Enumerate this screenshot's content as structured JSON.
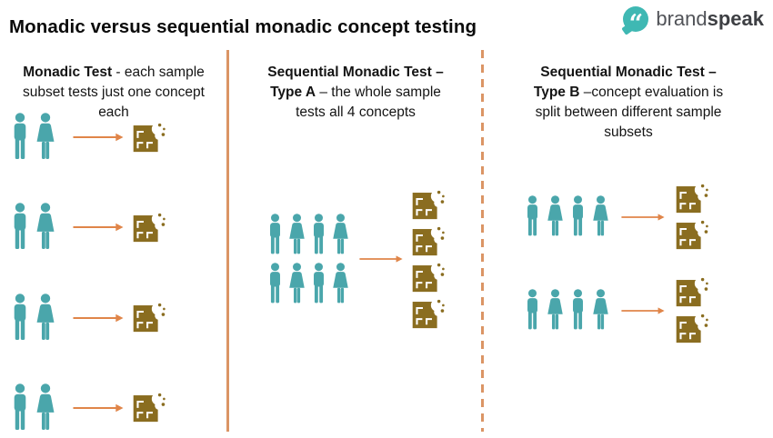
{
  "title": "Monadic versus sequential monadic concept testing",
  "logo": {
    "quote_glyph": "“",
    "brand": "brand",
    "speak": "speak"
  },
  "colors": {
    "people": "#4AA6AB",
    "arrow": "#E08549",
    "concept": "#8A6D20",
    "divider": "#DB9565",
    "logo_teal": "#3FB8B3",
    "logo_text": "#515358"
  },
  "icons": {
    "person_man": "man-pictogram-silhouette",
    "person_woman": "woman-pictogram-silhouette",
    "concept": "chocolate-bar-with-bite-and-crumbs",
    "arrow": "right-arrow",
    "logo_mark": "teal-speech-bubble-with-quotes"
  },
  "columns": [
    {
      "name": "monadic-test",
      "heading": {
        "bold": "Monadic Test",
        "regular": " - each sample subset tests just one concept each"
      },
      "groups": [
        {
          "people": [
            "man",
            "woman"
          ],
          "concepts": 1
        },
        {
          "people": [
            "man",
            "woman"
          ],
          "concepts": 1
        },
        {
          "people": [
            "man",
            "woman"
          ],
          "concepts": 1
        },
        {
          "people": [
            "man",
            "woman"
          ],
          "concepts": 1
        }
      ]
    },
    {
      "name": "sequential-monadic-type-a",
      "heading": {
        "bold": "Sequential Monadic Test – Type A",
        "regular": " – the whole sample tests all 4 concepts"
      },
      "groups": [
        {
          "people": [
            "man",
            "woman",
            "man",
            "woman",
            "man",
            "woman",
            "man",
            "woman"
          ],
          "people_per_row": 4,
          "concepts": 4
        }
      ]
    },
    {
      "name": "sequential-monadic-type-b",
      "heading": {
        "bold": "Sequential Monadic Test – Type B",
        "regular": " –concept evaluation is split between different sample subsets"
      },
      "groups": [
        {
          "people": [
            "man",
            "woman",
            "man",
            "woman"
          ],
          "concepts": 2
        },
        {
          "people": [
            "man",
            "woman",
            "man",
            "woman"
          ],
          "concepts": 2
        }
      ]
    }
  ]
}
